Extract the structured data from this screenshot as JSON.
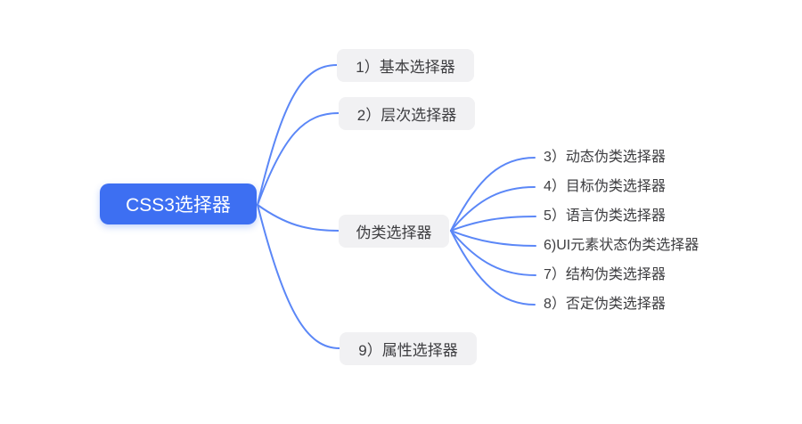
{
  "colors": {
    "root_fill": "#3d6ff2",
    "root_text": "#ffffff",
    "branch_fill": "#f1f1f3",
    "branch_text": "#3d3d40",
    "edge_stroke": "#5b87f7",
    "background": "#ffffff"
  },
  "mindmap": {
    "root": {
      "label": "CSS3选择器"
    },
    "children": [
      {
        "label": "1）基本选择器"
      },
      {
        "label": "2）层次选择器"
      },
      {
        "label": "伪类选择器",
        "children": [
          {
            "label": "3）动态伪类选择器"
          },
          {
            "label": "4）目标伪类选择器"
          },
          {
            "label": "5）语言伪类选择器"
          },
          {
            "label": "6)UI元素状态伪类选择器"
          },
          {
            "label": "7）结构伪类选择器"
          },
          {
            "label": "8）否定伪类选择器"
          }
        ]
      },
      {
        "label": "9）属性选择器"
      }
    ]
  }
}
